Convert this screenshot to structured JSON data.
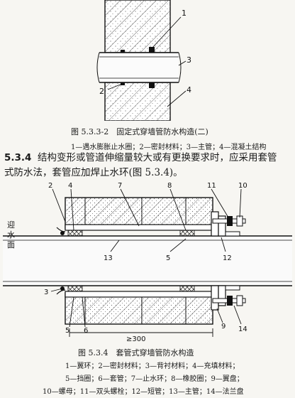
{
  "figure1": {
    "caption": "图 5.3.3-2　固定式穿墙管防水构造(二)",
    "legend": "1—遇水膨胀止水圈；2—密封材料；3—主管；4—混凝土结构",
    "callouts": [
      "1",
      "3",
      "2",
      "4"
    ]
  },
  "section": {
    "number": "5.3.4",
    "line1": "结构变形或管道伸缩量较大或有更换要求时，应采用套管",
    "line2": "式防水法，套管应加焊止水环(图 5.3.4)。"
  },
  "figure2": {
    "top_callouts": [
      "2",
      "4",
      "7",
      "8",
      "11",
      "10"
    ],
    "side_label": [
      "迎",
      "水",
      "面"
    ],
    "mid_callouts": [
      "13",
      "5",
      "12"
    ],
    "left_callout": "3",
    "bottom_callouts": [
      "5",
      "6",
      "9",
      "14"
    ],
    "dimension": "≥300",
    "caption": "图 5.3.4　套管式穿墙管防水构造",
    "legend": [
      "1—翼环；2—密封材料；3—背衬材料；4—充填材料；",
      "5—挡圈；6—套管；7—止水环；8—橡胶圈；9—翼盘；",
      "10—螺母；11—双头螺栓；12—短管；13—主管；14—法兰盘"
    ]
  }
}
